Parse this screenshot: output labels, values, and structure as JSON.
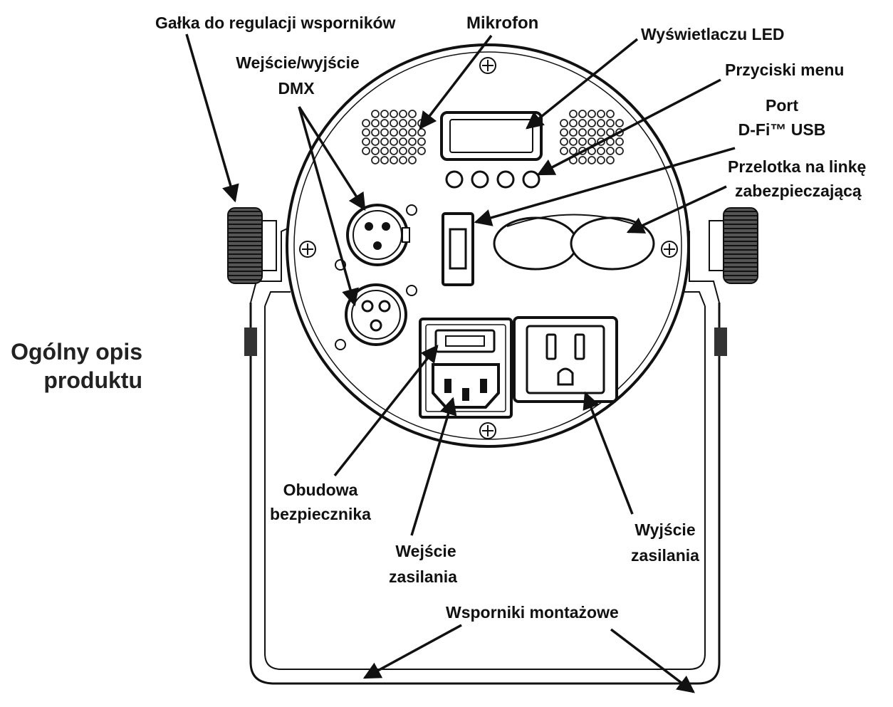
{
  "title": {
    "line1": "Ogólny opis",
    "line2": "produktu"
  },
  "labels": {
    "knob": "Gałka do regulacji wsporników",
    "microphone": "Mikrofon",
    "led_display": "Wyświetlaczu LED",
    "menu_buttons": "Przyciski menu",
    "usb_port_line1": "Port",
    "usb_port_line2": "D-Fi™ USB",
    "safety_loop_line1": "Przelotka na linkę",
    "safety_loop_line2": "zabezpieczającą",
    "dmx_line1": "Wejście/wyjście",
    "dmx_line2": "DMX",
    "fuse_line1": "Obudowa",
    "fuse_line2": "bezpiecznika",
    "power_in_line1": "Wejście",
    "power_in_line2": "zasilania",
    "power_out_line1": "Wyjście",
    "power_out_line2": "zasilania",
    "brackets": "Wsporniki montażowe"
  }
}
